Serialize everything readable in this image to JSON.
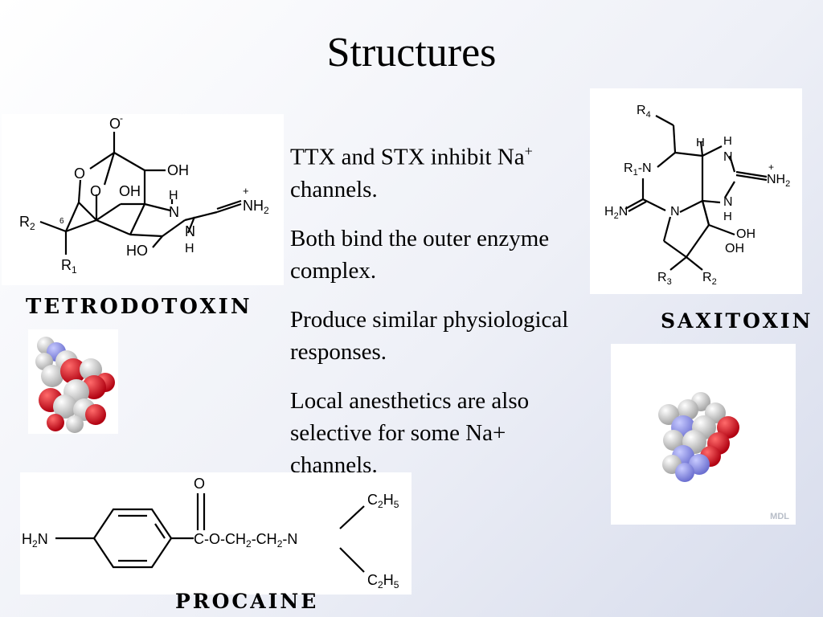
{
  "slide": {
    "title": "Structures",
    "bullets": [
      {
        "text": "TTX and STX inhibit Na",
        "sup": "+",
        "tail": " channels."
      },
      {
        "text": "Both bind the outer enzyme complex."
      },
      {
        "text": "Produce similar physiological responses."
      },
      {
        "text": "Local anesthetics are also selective for some Na+ channels."
      }
    ]
  },
  "captions": {
    "ttx": "TETRODOTOXIN",
    "stx": "SAXITOXIN",
    "procaine": "PROCAINE"
  },
  "ttx_structure": {
    "o_minus": "O",
    "minus": "-",
    "oh_top": "OH",
    "oh_mid": "OH",
    "o_left": "O",
    "o_inner": "O",
    "h_top": "H",
    "n1": "N",
    "nh2": "NH",
    "nh2_sub": "2",
    "plus": "+",
    "n2": "N",
    "h_bot": "H",
    "ho": "HO",
    "r2": "R",
    "r2_sub": "2",
    "r1": "R",
    "r1_sub": "1",
    "six": "6"
  },
  "stx_structure": {
    "r4": "R",
    "r4_sub": "4",
    "h1": "H",
    "h2": "H",
    "n_top": "N",
    "r1": "R",
    "r1_sub": "1",
    "n_r1": "-N",
    "nh2_right": "NH",
    "nh2_right_sub": "2",
    "plus": "+",
    "h2n": "H",
    "h2n_sub": "2",
    "h2n_n": "N",
    "n_ring": "N",
    "n_right": "N",
    "h3": "H",
    "oh1": "OH",
    "oh2": "OH",
    "r3": "R",
    "r3_sub": "3",
    "r2": "R",
    "r2_sub": "2"
  },
  "procaine_structure": {
    "o": "O",
    "h2n": "H",
    "h2n_sub": "2",
    "h2n_n": "N",
    "chain": "C-O-CH",
    "chain_sub1": "2",
    "chain_mid": "-CH",
    "chain_sub2": "2",
    "chain_end": "-N",
    "et1": "C",
    "et1_sub1": "2",
    "et1_h": "H",
    "et1_sub2": "5",
    "et2": "C",
    "et2_sub1": "2",
    "et2_h": "H",
    "et2_sub2": "5"
  },
  "stx_credit": "MDL",
  "colors": {
    "oxygen": "#e0101a",
    "hydrogen": "#e4e4e4",
    "nitrogen": "#8b8fe6",
    "background_end": "#d7dcec"
  }
}
